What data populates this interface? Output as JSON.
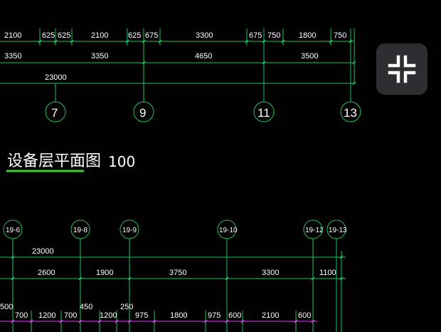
{
  "drawing": {
    "top_dims": {
      "row1": [
        "2100",
        "625",
        "625",
        "2100",
        "625",
        "675",
        "3300",
        "675",
        "750",
        "1800",
        "750"
      ],
      "row2": [
        "3350",
        "3350",
        "4650",
        "3500"
      ],
      "row3": [
        "23000"
      ]
    },
    "top_axes": [
      "7",
      "9",
      "11",
      "13"
    ],
    "title": {
      "text": "设备层平面图",
      "scale": "100"
    },
    "bottom_axes": [
      "19-6",
      "19-8",
      "19-9",
      "19-10",
      "19-12",
      "19-13"
    ],
    "bottom_dims": {
      "row1": [
        "23000"
      ],
      "row2": [
        "2600",
        "1900",
        "3750",
        "3300",
        "1100"
      ],
      "row3_upper": [
        "500",
        "450",
        "250"
      ],
      "row3": [
        "700",
        "1200",
        "700",
        "1200",
        "975",
        "1800",
        "975",
        "600",
        "2100",
        "600"
      ]
    }
  },
  "toolbar": {
    "exit_fullscreen_icon": "collapse-arrows-icon"
  },
  "colors": {
    "background": "#000000",
    "dim_line": "#22c55e",
    "highlight_underline": "#37d21e",
    "magenta_line": "#d946ef",
    "button_bg": "#2e2e30"
  }
}
